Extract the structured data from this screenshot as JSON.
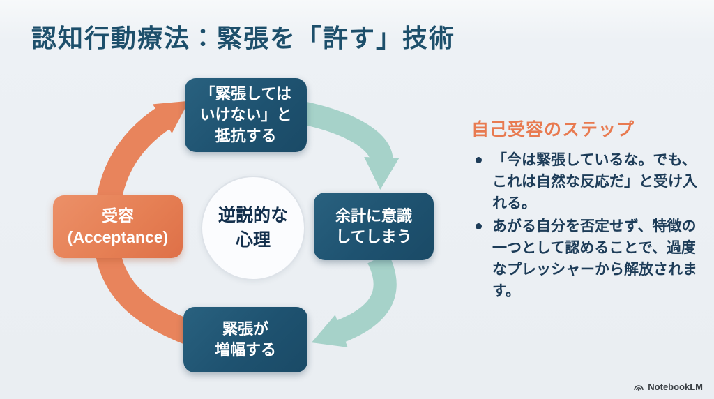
{
  "slide": {
    "title": "認知行動療法：緊張を「許す」技術"
  },
  "diagram": {
    "center_label": "逆説的な\n心理",
    "nodes": [
      {
        "label": "「緊張しては\nいけない」と\n抵抗する"
      },
      {
        "label": "余計に意識\nしてしまう"
      },
      {
        "label": "緊張が\n増幅する"
      },
      {
        "label": "受容\n(Acceptance)"
      }
    ],
    "colors": {
      "node_blue": "#1e5270",
      "node_orange": "#e8845c",
      "arrow_teal": "#a6d2c9",
      "arrow_orange": "#e8845c",
      "title_text": "#1d4f6b",
      "body_text": "#1d3c58",
      "background": "#eaeef2"
    }
  },
  "panel": {
    "heading": "自己受容のステップ",
    "bullets": [
      "「今は緊張しているな。でも、これは自然な反応だ」と受け入れる。",
      "あがる自分を否定せず、特徴の一つとして認めることで、過度なプレッシャーから解放されます。"
    ]
  },
  "footer": {
    "brand": "NotebookLM"
  }
}
